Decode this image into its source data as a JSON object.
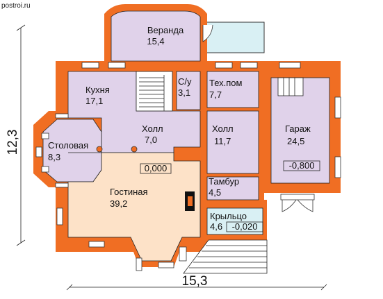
{
  "site_label": "postroi.ru",
  "dimensions": {
    "height": "12,3",
    "width": "15,3"
  },
  "level_marks": [
    "0,000",
    "-0,800",
    "-0,020"
  ],
  "rooms": [
    {
      "name": "Веранда",
      "area": "15,4"
    },
    {
      "name": "Кухня",
      "area": "17,1"
    },
    {
      "name": "С/у",
      "area": "3,1"
    },
    {
      "name": "Тех.пом",
      "area": "7,7"
    },
    {
      "name": "Холл",
      "area": "7,0"
    },
    {
      "name": "Холл",
      "area": "11,7"
    },
    {
      "name": "Гараж",
      "area": "24,5"
    },
    {
      "name": "Столовая",
      "area": "8,3"
    },
    {
      "name": "Гостиная",
      "area": "39,2"
    },
    {
      "name": "Тамбур",
      "area": "4,5"
    },
    {
      "name": "Крыльцо",
      "area": "4,6"
    }
  ],
  "colors": {
    "wall": "#f06e23",
    "room": "#e0d2ea",
    "living": "#fde2c8",
    "terrace": "#d9f0f4",
    "window": "#ffffff",
    "line": "#222222"
  }
}
